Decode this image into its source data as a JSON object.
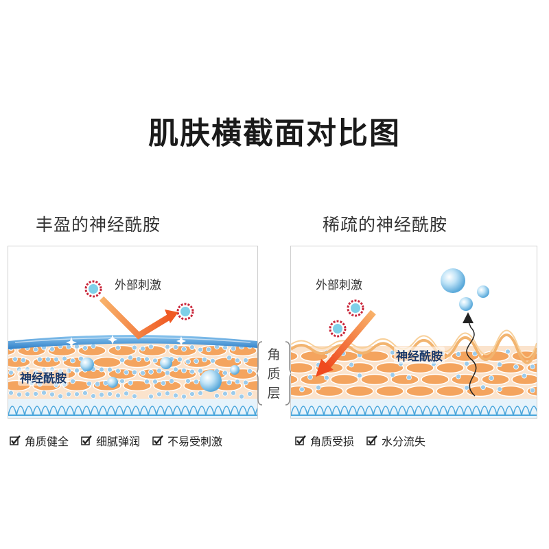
{
  "title": "肌肤横截面对比图",
  "left_panel": {
    "heading": "丰盈的神经酰胺",
    "stimulus_label": "外部刺激",
    "ceramide_label": "神经酰胺",
    "checks": [
      "角质健全",
      "细腻弹润",
      "不易受刺激"
    ]
  },
  "right_panel": {
    "heading": "稀疏的神经酰胺",
    "stimulus_label": "外部刺激",
    "ceramide_label": "神经酰胺",
    "checks": [
      "角质受损",
      "水分流失"
    ]
  },
  "layer_label": [
    "角",
    "质",
    "层"
  ],
  "colors": {
    "skin_cell": "#f4a45e",
    "cell_outline": "#ffffff",
    "lipid_blue": "#9ccbeb",
    "barrier_blue": "#3f8fd4",
    "arrow_orange": "#f36b2c",
    "stimulus_red": "#c9263a",
    "base_blue": "#4aa6dc"
  }
}
